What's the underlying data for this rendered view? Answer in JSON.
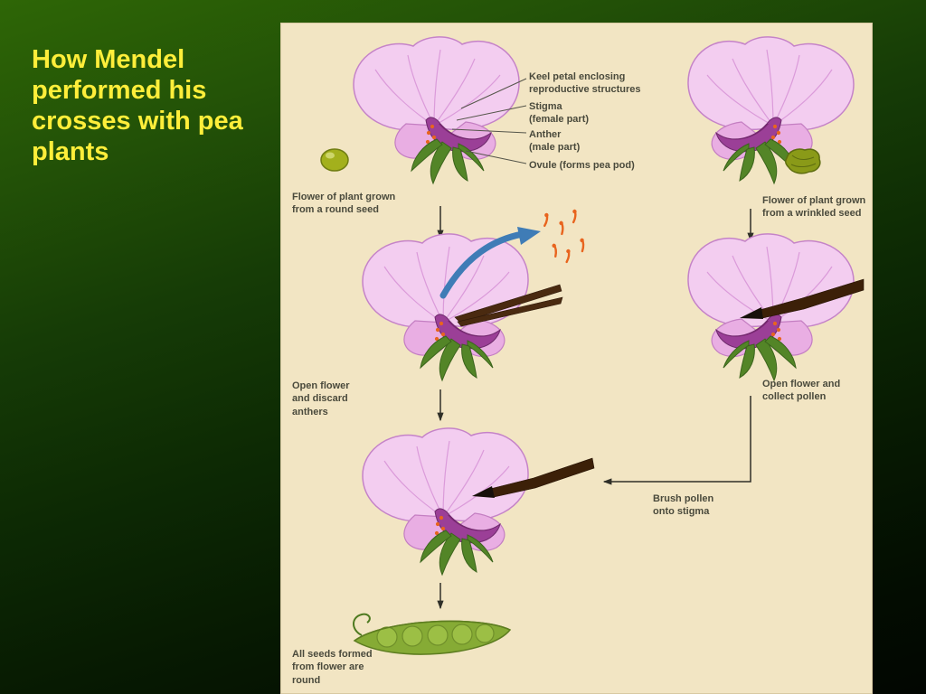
{
  "slide": {
    "title": "How Mendel performed his crosses with pea plants"
  },
  "diagram": {
    "anatomy_labels": {
      "keel": "Keel petal enclosing\nreproductive structures",
      "stigma": "Stigma\n(female part)",
      "anther": "Anther\n(male part)",
      "ovule": "Ovule (forms pea pod)"
    },
    "captions": {
      "round_seed": "Flower of plant grown\nfrom a round seed",
      "wrinkled_seed": "Flower of plant grown\nfrom a wrinkled seed",
      "discard_anthers": "Open flower\nand discard\nanthers",
      "collect_pollen": "Open flower and\ncollect pollen",
      "brush_pollen": "Brush pollen\nonto stigma",
      "all_seeds_round": "All seeds formed\nfrom flower are\nround"
    },
    "colors": {
      "slide_green_bright": "#2e6606",
      "title_text": "#ffee3a",
      "panel_background": "#f2e5c3",
      "petal_pink": "#f3cdf0",
      "petal_deep": "#e9aee3",
      "keel_purple": "#9b3f97",
      "leaf_green": "#538527",
      "anther_orange": "#e8641e",
      "arrow_blue": "#3f7cb6",
      "pod_green": "#86ab35",
      "label_text": "#4a4a3c"
    }
  }
}
